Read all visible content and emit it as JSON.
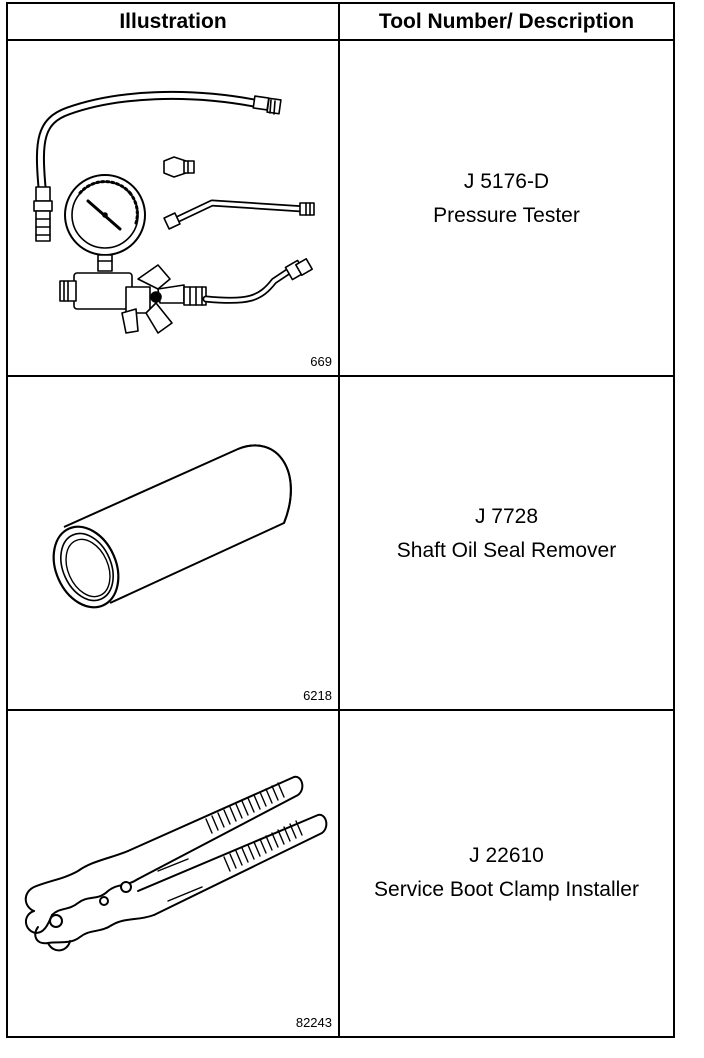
{
  "header": {
    "illustration": "Illustration",
    "tool_description": "Tool Number/ Description"
  },
  "rows": [
    {
      "tool_number": "J 5176-D",
      "description": "Pressure Tester",
      "figure_number": "669",
      "icon": "pressure-tester-icon"
    },
    {
      "tool_number": "J 7728",
      "description": "Shaft Oil Seal Remover",
      "figure_number": "6218",
      "icon": "seal-remover-icon"
    },
    {
      "tool_number": "J 22610",
      "description": "Service Boot Clamp Installer",
      "figure_number": "82243",
      "icon": "clamp-installer-icon"
    }
  ]
}
